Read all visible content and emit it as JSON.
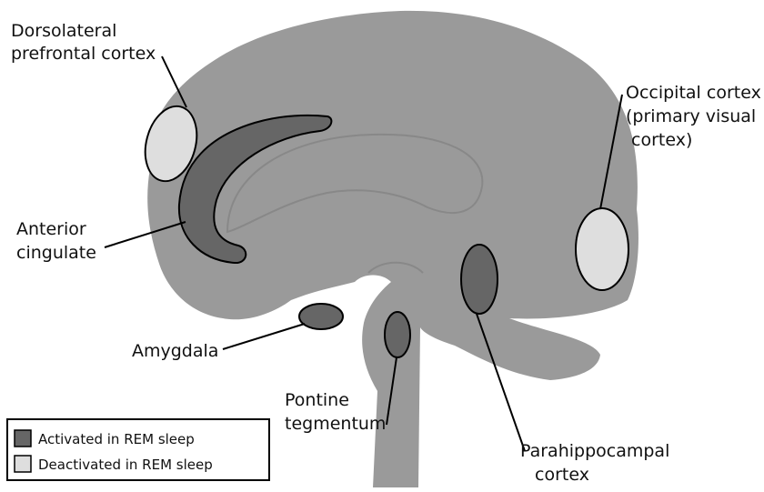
{
  "labels": {
    "dlpfc": [
      "Dorsolateral",
      "prefrontal cortex"
    ],
    "occipital": [
      "Occipital cortex",
      "(primary visual",
      " cortex)"
    ],
    "anterior_cingulate": [
      "Anterior",
      "cingulate"
    ],
    "amygdala": [
      "Amygdala"
    ],
    "pontine": [
      "Pontine",
      "tegmentum"
    ],
    "parahippocampal": [
      "Parahippocampal",
      "cortex"
    ]
  },
  "legend": {
    "activated": "Activated in REM sleep",
    "deactivated": "Deactivated in REM sleep"
  },
  "colors": {
    "brain": "#9a9a9a",
    "brain_shadow": "#8a8a8a",
    "activated": "#666666",
    "deactivated": "#dedede",
    "outline": "#000000"
  }
}
